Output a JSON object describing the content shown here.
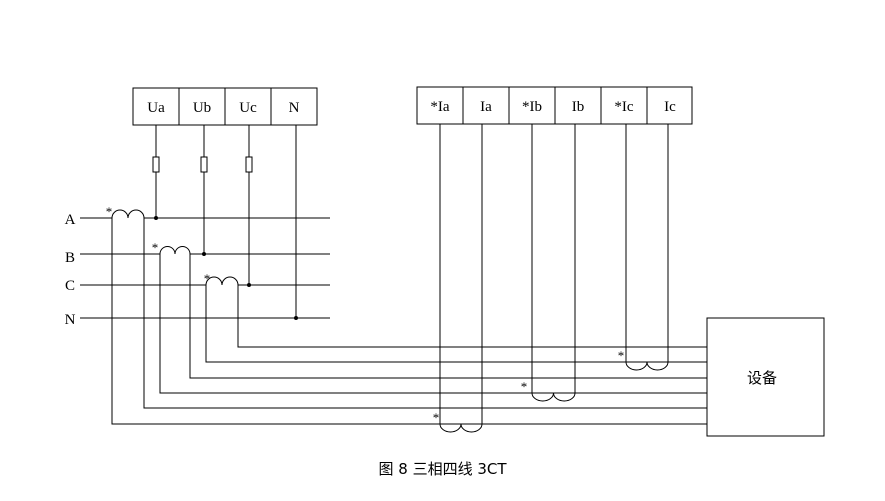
{
  "voltage_terminals": [
    "Ua",
    "Ub",
    "Uc",
    "N"
  ],
  "current_terminals": [
    "*Ia",
    "Ia",
    "*Ib",
    "Ib",
    "*Ic",
    "Ic"
  ],
  "phase_lines": [
    "A",
    "B",
    "C",
    "N"
  ],
  "polarity_mark": "*",
  "device_label": "设备",
  "caption": "图 8 三相四线 3CT"
}
